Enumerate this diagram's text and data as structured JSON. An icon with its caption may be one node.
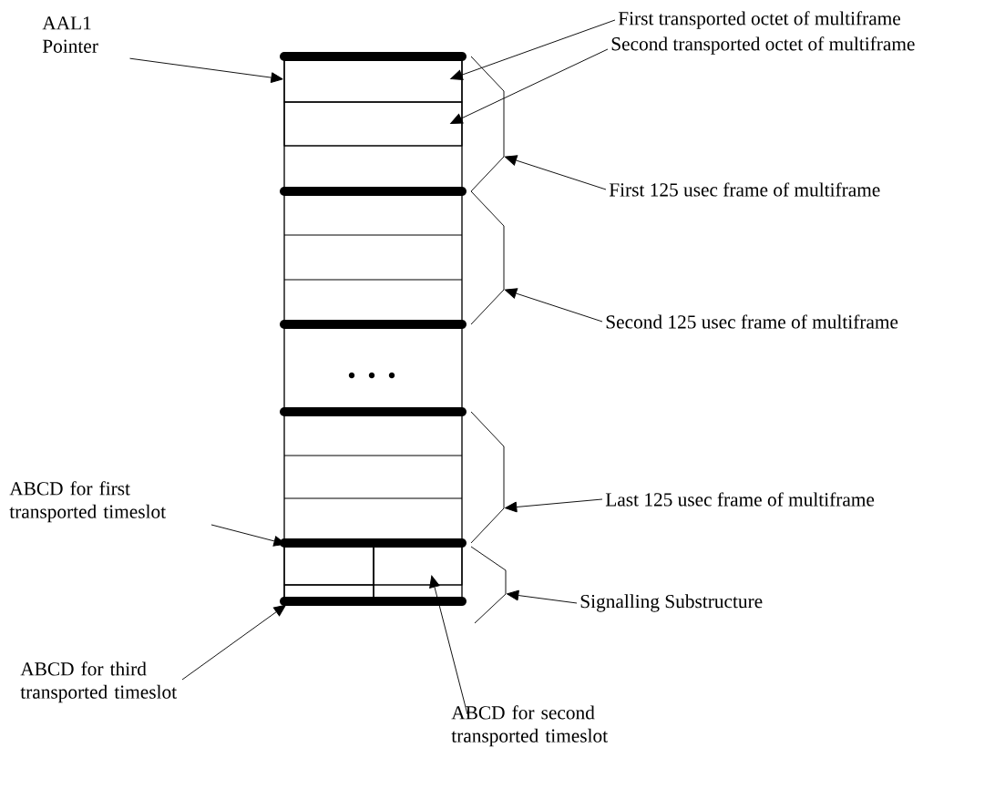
{
  "diagram": {
    "nodes": [
      {
        "text": [
          "AAL1 Pointer"
        ]
      },
      {
        "text": [
          "First transported octet of multiframe"
        ]
      },
      {
        "text": [
          "Second transported octet of multiframe"
        ]
      },
      {
        "text": [
          "First 125 usec frame of multiframe"
        ]
      },
      {
        "text": [
          "Second 125 usec frame of multiframe"
        ]
      },
      {
        "text": [
          "Last 125 usec frame of multiframe"
        ]
      },
      {
        "text": [
          "Signalling Substructure"
        ]
      },
      {
        "text": [
          "ABCD for first transported timeslot"
        ]
      },
      {
        "text": [
          "ABCD for third transported timeslot"
        ]
      },
      {
        "text": [
          "ABCD for second transported timeslot"
        ]
      },
      {
        "text": [],
        "shape": "box"
      },
      {
        "text": [],
        "shape": "box"
      },
      {
        "text": [],
        "shape": "box"
      },
      {
        "text": [],
        "shape": "box"
      },
      {
        "text": [],
        "shape": "box"
      },
      {
        "text": [],
        "shape": "bracket"
      },
      {
        "text": [],
        "shape": "bracket"
      },
      {
        "text": [],
        "shape": "bracket"
      },
      {
        "text": [],
        "shape": "bracket"
      }
    ],
    "edges": [
      {
        "from": 0,
        "to": 10,
        "arrow": "to"
      },
      {
        "from": 1,
        "to": 10,
        "arrow": "to"
      },
      {
        "from": 2,
        "to": 11,
        "arrow": "to"
      },
      {
        "from": 3,
        "to": 15,
        "arrow": "to"
      },
      {
        "from": 4,
        "to": 16,
        "arrow": "to"
      },
      {
        "from": 5,
        "to": 17,
        "arrow": "to"
      },
      {
        "from": 6,
        "to": 18,
        "arrow": "to"
      },
      {
        "from": 7,
        "to": 12,
        "arrow": "to"
      },
      {
        "from": 8,
        "to": 14,
        "arrow": "to"
      },
      {
        "from": 9,
        "to": 13,
        "arrow": "to"
      }
    ]
  }
}
